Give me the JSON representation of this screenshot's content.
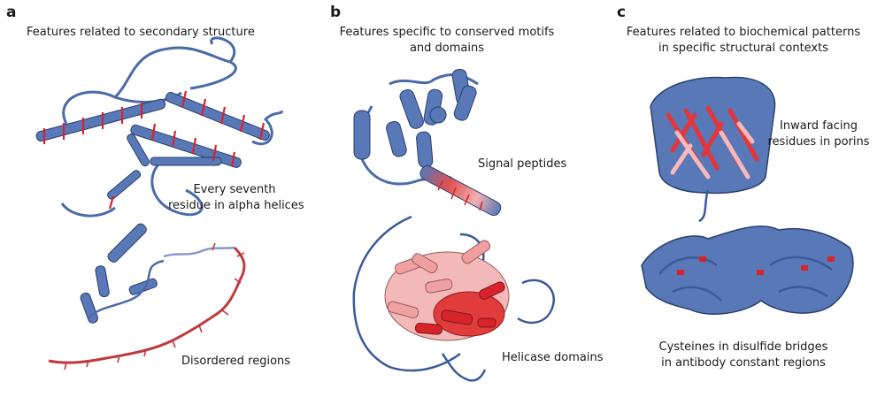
{
  "colors": {
    "helix_blue": "#5878b8",
    "outline": "#2a3f6e",
    "red": "#d8232a",
    "light_red": "#f0a0a0",
    "salmon": "#e87a7a"
  },
  "panels": [
    {
      "letter": "a",
      "title": "Features related to secondary structure",
      "captions": [
        "Every seventh residue in alpha helices",
        "Disordered regions"
      ]
    },
    {
      "letter": "b",
      "title": "Features specific to conserved motifs and domains",
      "title_lines": [
        "Features specific to conserved motifs",
        "and domains"
      ],
      "captions": [
        "Signal peptides",
        "Helicase domains"
      ]
    },
    {
      "letter": "c",
      "title": "Features related to biochemical patterns in specific structural contexts",
      "title_lines": [
        "Features related to biochemical patterns",
        "in specific structural contexts"
      ],
      "captions": [
        "Inward facing residues in porins",
        "Cysteines in disulfide bridges in antibody constant regions"
      ],
      "caption_lines": [
        [
          "Inward facing",
          "residues in porins"
        ],
        [
          "Cysteines in disulfide bridges",
          "in antibody constant regions"
        ]
      ]
    }
  ],
  "caption_a1_lines": [
    "Every seventh",
    "residue in alpha helices"
  ]
}
